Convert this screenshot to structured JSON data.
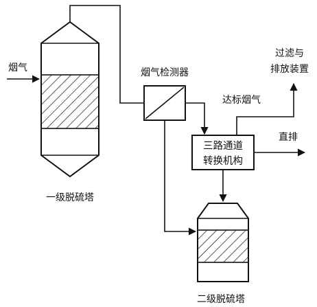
{
  "labels": {
    "flue_gas_in": "烟气",
    "tower1": "一级脱硫塔",
    "tower2": "二级脱硫塔",
    "detector": "烟气检测器",
    "compliant": "达标烟气",
    "filter_line1": "过滤与",
    "filter_line2": "排放装置",
    "direct": "直排",
    "valve_line1": "三路通道",
    "valve_line2": "转换机构"
  },
  "colors": {
    "stroke": "#111111",
    "background": "#ffffff"
  }
}
